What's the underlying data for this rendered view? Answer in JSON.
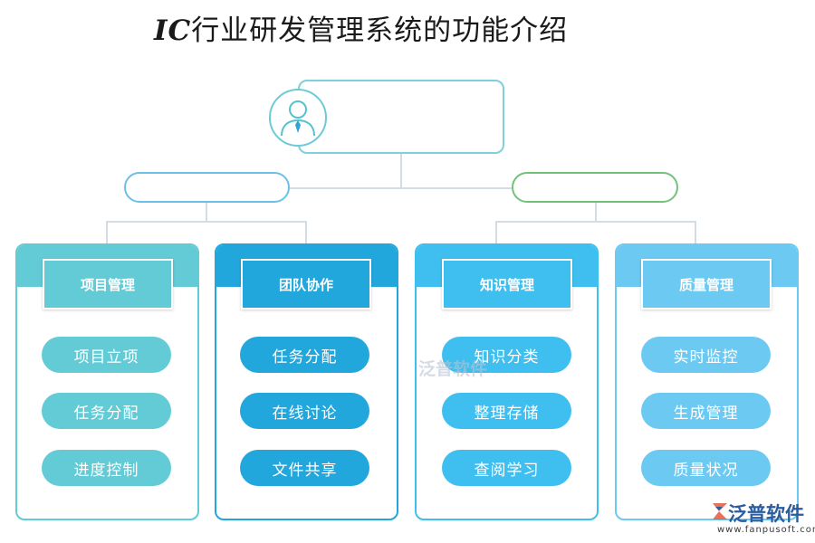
{
  "title": {
    "prefix": "IC",
    "text": "行业研发管理系统的功能介绍"
  },
  "top_node": {
    "label": ""
  },
  "branches": [
    {
      "label": "",
      "color": "#6dbfe8"
    },
    {
      "label": "",
      "color": "#72c27a"
    }
  ],
  "columns": [
    {
      "header": "项目管理",
      "color": "#62cbd6",
      "items": [
        "项目立项",
        "任务分配",
        "进度控制"
      ]
    },
    {
      "header": "团队协作",
      "color": "#22a7dd",
      "items": [
        "任务分配",
        "在线讨论",
        "文件共享"
      ]
    },
    {
      "header": "知识管理",
      "color": "#3fbff0",
      "items": [
        "知识分类",
        "整理存储",
        "查阅学习"
      ]
    },
    {
      "header": "质量管理",
      "color": "#6ccaf2",
      "items": [
        "实时监控",
        "生成管理",
        "质量状况"
      ]
    }
  ],
  "watermark": {
    "center": "泛普软件",
    "brand": "泛普软件",
    "url": "www.fanpusoft.com"
  },
  "colors": {
    "connector": "#d3dbe3",
    "top_border": "#7dd1da"
  }
}
